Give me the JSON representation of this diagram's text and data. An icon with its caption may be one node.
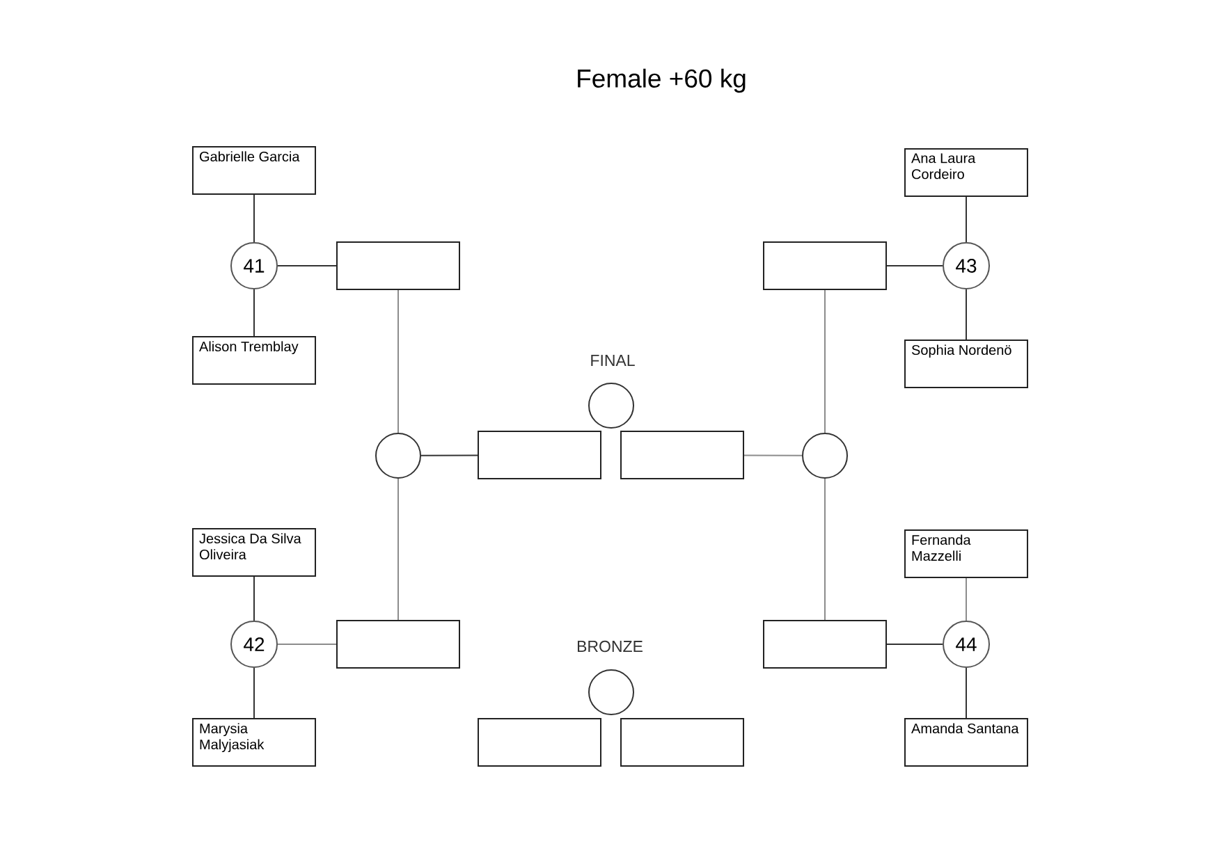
{
  "diagram": {
    "title": "Female +60 kg",
    "nodes": [
      {
        "text": [
          "Gabrielle Garcia"
        ]
      },
      {
        "text": [
          "Ana Laura Cordeiro"
        ]
      },
      {
        "text": [
          "41"
        ]
      },
      {
        "text": [],
        "shape": "box"
      },
      {
        "text": [],
        "shape": "box"
      },
      {
        "text": [
          "43"
        ]
      },
      {
        "text": [
          "Alison Tremblay"
        ]
      },
      {
        "text": [
          "Sophia Nordenö"
        ]
      },
      {
        "text": [],
        "shape": "circle"
      },
      {
        "text": [],
        "shape": "circle"
      },
      {
        "text": [],
        "shape": "box"
      },
      {
        "text": [],
        "shape": "box"
      },
      {
        "text": [],
        "shape": "circle"
      },
      {
        "text": [
          "Jessica Da Silva Oliveira"
        ]
      },
      {
        "text": [
          "Fernanda Mazzelli"
        ]
      },
      {
        "text": [
          "42"
        ]
      },
      {
        "text": [],
        "shape": "box"
      },
      {
        "text": [],
        "shape": "box"
      },
      {
        "text": [
          "44"
        ]
      },
      {
        "text": [],
        "shape": "circle"
      },
      {
        "text": [
          "Marysia Malyjasiak"
        ]
      },
      {
        "text": [],
        "shape": "box"
      },
      {
        "text": [],
        "shape": "box"
      },
      {
        "text": [
          "Amanda Santana"
        ]
      }
    ],
    "edges": [
      {
        "from": 0,
        "to": 2,
        "arrow": "none"
      },
      {
        "from": 6,
        "to": 2,
        "arrow": "none"
      },
      {
        "from": 2,
        "to": 3,
        "arrow": "none"
      },
      {
        "from": 1,
        "to": 5,
        "arrow": "none"
      },
      {
        "from": 7,
        "to": 5,
        "arrow": "none"
      },
      {
        "from": 5,
        "to": 4,
        "arrow": "none"
      },
      {
        "from": 3,
        "to": 9,
        "arrow": "none",
        "color": "#8c8c8c"
      },
      {
        "from": 16,
        "to": 9,
        "arrow": "none",
        "color": "#8c8c8c"
      },
      {
        "from": 9,
        "to": 10,
        "arrow": "none"
      },
      {
        "from": 4,
        "to": 12,
        "arrow": "none",
        "color": "#8c8c8c"
      },
      {
        "from": 17,
        "to": 12,
        "arrow": "none",
        "color": "#8c8c8c"
      },
      {
        "from": 12,
        "to": 11,
        "arrow": "none",
        "color": "#8c8c8c"
      },
      {
        "from": 13,
        "to": 15,
        "arrow": "none"
      },
      {
        "from": 20,
        "to": 15,
        "arrow": "none"
      },
      {
        "from": 15,
        "to": 16,
        "arrow": "none",
        "color": "#8c8c8c"
      },
      {
        "from": 14,
        "to": 18,
        "arrow": "none",
        "color": "#8c8c8c"
      },
      {
        "from": 23,
        "to": 18,
        "arrow": "none"
      },
      {
        "from": 18,
        "to": 17,
        "arrow": "none"
      }
    ],
    "labels": [
      "FINAL",
      "BRONZE"
    ]
  }
}
